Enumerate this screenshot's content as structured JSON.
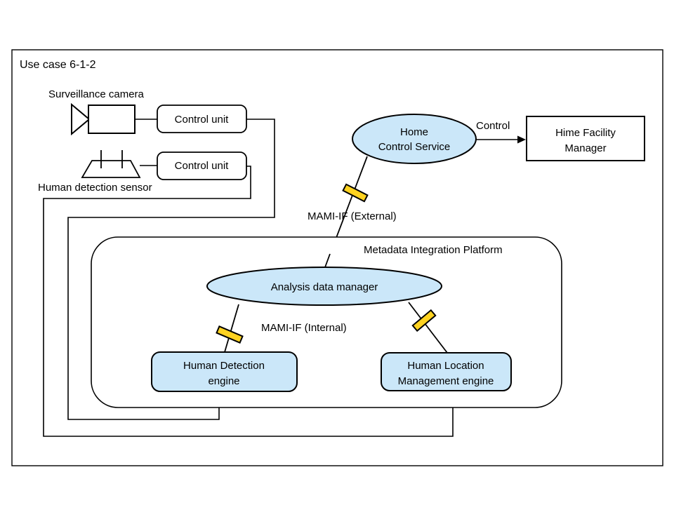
{
  "title": "Use case 6-1-2",
  "colors": {
    "node_fill": "#cbe7f9",
    "connector_fill": "#ffd321",
    "line": "#000000",
    "background": "#ffffff"
  },
  "devices": {
    "surveillance_camera_label": "Surveillance camera",
    "human_detection_sensor_label": "Human detection sensor",
    "control_unit_camera_label": "Control unit",
    "control_unit_sensor_label": "Control unit"
  },
  "nodes": {
    "home_control_service": {
      "line1": "Home",
      "line2": "Control Service"
    },
    "hime_facility_manager": {
      "line1": "Hime Facility",
      "line2": "Manager"
    },
    "analysis_data_manager": {
      "label": "Analysis data manager"
    },
    "human_detection_engine": {
      "line1": "Human Detection",
      "line2": "engine"
    },
    "human_location_management_engine": {
      "line1": "Human Location",
      "line2": "Management engine"
    }
  },
  "container": {
    "label": "Metadata Integration Platform"
  },
  "edges": {
    "control_label": "Control",
    "mami_if_external_label": "MAMI-IF (External)",
    "mami_if_internal_label": "MAMI-IF (Internal)"
  }
}
